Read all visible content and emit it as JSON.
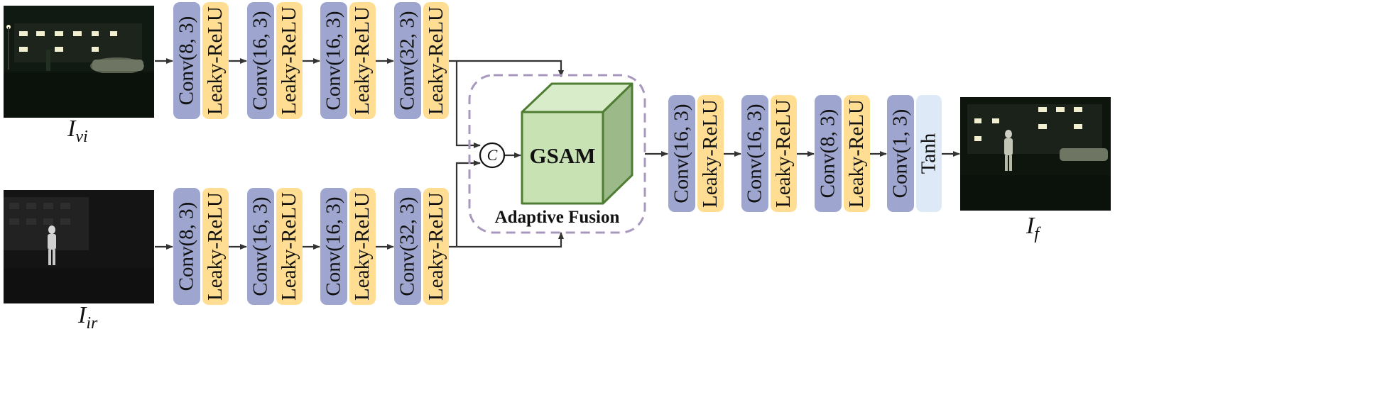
{
  "inputs": {
    "visible": {
      "caption_main": "I",
      "caption_sub": "vi"
    },
    "infrared": {
      "caption_main": "I",
      "caption_sub": "ir"
    },
    "fused": {
      "caption_main": "I",
      "caption_sub": "f"
    }
  },
  "top_branch": [
    {
      "conv": "Conv(8, 3)",
      "act": "Leaky-ReLU"
    },
    {
      "conv": "Conv(16, 3)",
      "act": "Leaky-ReLU"
    },
    {
      "conv": "Conv(16, 3)",
      "act": "Leaky-ReLU"
    },
    {
      "conv": "Conv(32, 3)",
      "act": "Leaky-ReLU"
    }
  ],
  "bottom_branch": [
    {
      "conv": "Conv(8, 3)",
      "act": "Leaky-ReLU"
    },
    {
      "conv": "Conv(16, 3)",
      "act": "Leaky-ReLU"
    },
    {
      "conv": "Conv(16, 3)",
      "act": "Leaky-ReLU"
    },
    {
      "conv": "Conv(32, 3)",
      "act": "Leaky-ReLU"
    }
  ],
  "fusion": {
    "concat_symbol": "C",
    "module_label": "GSAM",
    "region_label": "Adaptive Fusion"
  },
  "decoder": [
    {
      "conv": "Conv(16, 3)",
      "act": "Leaky-ReLU"
    },
    {
      "conv": "Conv(16, 3)",
      "act": "Leaky-ReLU"
    },
    {
      "conv": "Conv(8, 3)",
      "act": "Leaky-ReLU"
    },
    {
      "conv": "Conv(1, 3)",
      "act": "Tanh"
    }
  ],
  "colors": {
    "conv": "#9ea6d0",
    "activation": "#ffde94",
    "tanh": "#dde9f6",
    "gsam_front": "#c8e2b4",
    "gsam_top": "#d9ecca",
    "gsam_side": "#9cb98a",
    "gsam_stroke": "#4e7d33",
    "fusion_border": "#a898bd",
    "arrow": "#333333"
  }
}
